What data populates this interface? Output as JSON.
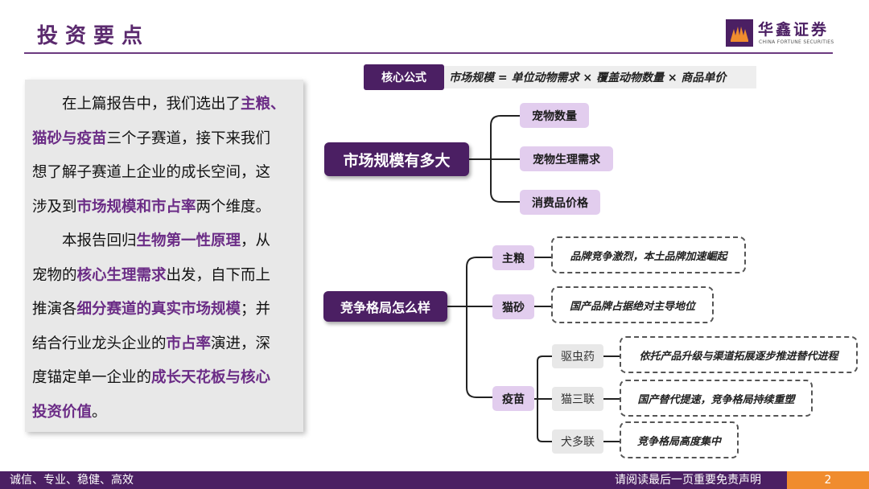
{
  "header": {
    "title": "投资要点",
    "logo_cn": "华鑫证券",
    "logo_en": "CHINA FORTUNE SECURITIES"
  },
  "summary": {
    "para1": [
      [
        {
          "t": "在上篇报告中，我们选出了"
        },
        {
          "t": "主粮、",
          "h": true
        }
      ],
      [
        {
          "t": "猫砂与疫苗",
          "h": true
        },
        {
          "t": "三个子赛道，接下来我们"
        }
      ],
      [
        {
          "t": "想了解子赛道上企业的成长空间，这"
        }
      ],
      [
        {
          "t": "涉及到"
        },
        {
          "t": "市场规模和市占率",
          "h": true
        },
        {
          "t": "两个维度。"
        }
      ]
    ],
    "para2": [
      [
        {
          "t": "本报告回归"
        },
        {
          "t": "生物第一性原理",
          "h": true
        },
        {
          "t": "，从"
        }
      ],
      [
        {
          "t": "宠物的"
        },
        {
          "t": "核心生理需求",
          "h": true
        },
        {
          "t": "出发，自下而上"
        }
      ],
      [
        {
          "t": "推演各"
        },
        {
          "t": "细分赛道的真实市场规模",
          "h": true
        },
        {
          "t": "；并"
        }
      ],
      [
        {
          "t": "结合行业龙头企业的"
        },
        {
          "t": "市占率",
          "h": true
        },
        {
          "t": "演进，深"
        }
      ],
      [
        {
          "t": "度锚定单一企业的"
        },
        {
          "t": "成长天花板与核心",
          "h": true
        }
      ],
      [
        {
          "t": "投资价值",
          "h": true
        },
        {
          "t": "。"
        }
      ]
    ]
  },
  "formula": {
    "label": "核心公式",
    "text": "市场规模 = 单位动物需求 × 覆盖动物数量 × 商品单价"
  },
  "mindmap": {
    "market_size": {
      "label": "市场规模有多大",
      "factors": [
        "宠物数量",
        "宠物生理需求",
        "消费品价格"
      ]
    },
    "competition": {
      "label": "竞争格局怎么样",
      "segments": [
        {
          "label": "主粮",
          "note": "品牌竞争激烈，本土品牌加速崛起"
        },
        {
          "label": "猫砂",
          "note": "国产品牌占据绝对主导地位"
        },
        {
          "label": "疫苗",
          "subs": [
            {
              "label": "驱虫药",
              "note": "依托产品升级与渠道拓展逐步推进替代进程"
            },
            {
              "label": "猫三联",
              "note": "国产替代提速，竞争格局持续重塑"
            },
            {
              "label": "犬多联",
              "note": "竞争格局高度集中"
            }
          ]
        }
      ]
    }
  },
  "footer": {
    "slogan": "诚信、专业、稳健、高效",
    "disclaimer": "请阅读最后一页重要免责声明",
    "page": "2"
  },
  "colors": {
    "brand_purple": "#4b1f63",
    "highlight_purple": "#6b2c86",
    "light_purple": "#e2cdee",
    "accent_orange": "#f08c2e"
  }
}
